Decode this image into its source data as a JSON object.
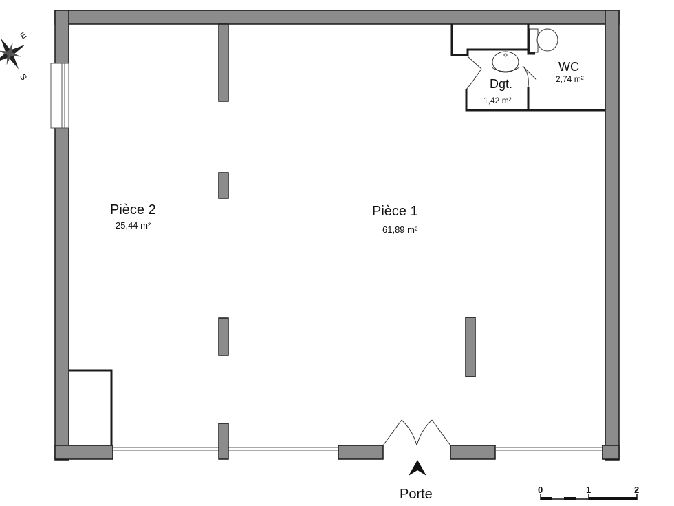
{
  "rooms": {
    "piece2": {
      "name": "Pièce 2",
      "area": "25,44 m²"
    },
    "piece1": {
      "name": "Pièce 1",
      "area": "61,89 m²"
    },
    "dgt": {
      "name": "Dgt.",
      "area": "1,42 m²"
    },
    "wc": {
      "name": "WC",
      "area": "2,74 m²"
    }
  },
  "entrance": {
    "label": "Porte"
  },
  "compass": {
    "east": "E",
    "south": "S"
  },
  "scale": {
    "ticks": [
      "0",
      "1",
      "2"
    ]
  }
}
